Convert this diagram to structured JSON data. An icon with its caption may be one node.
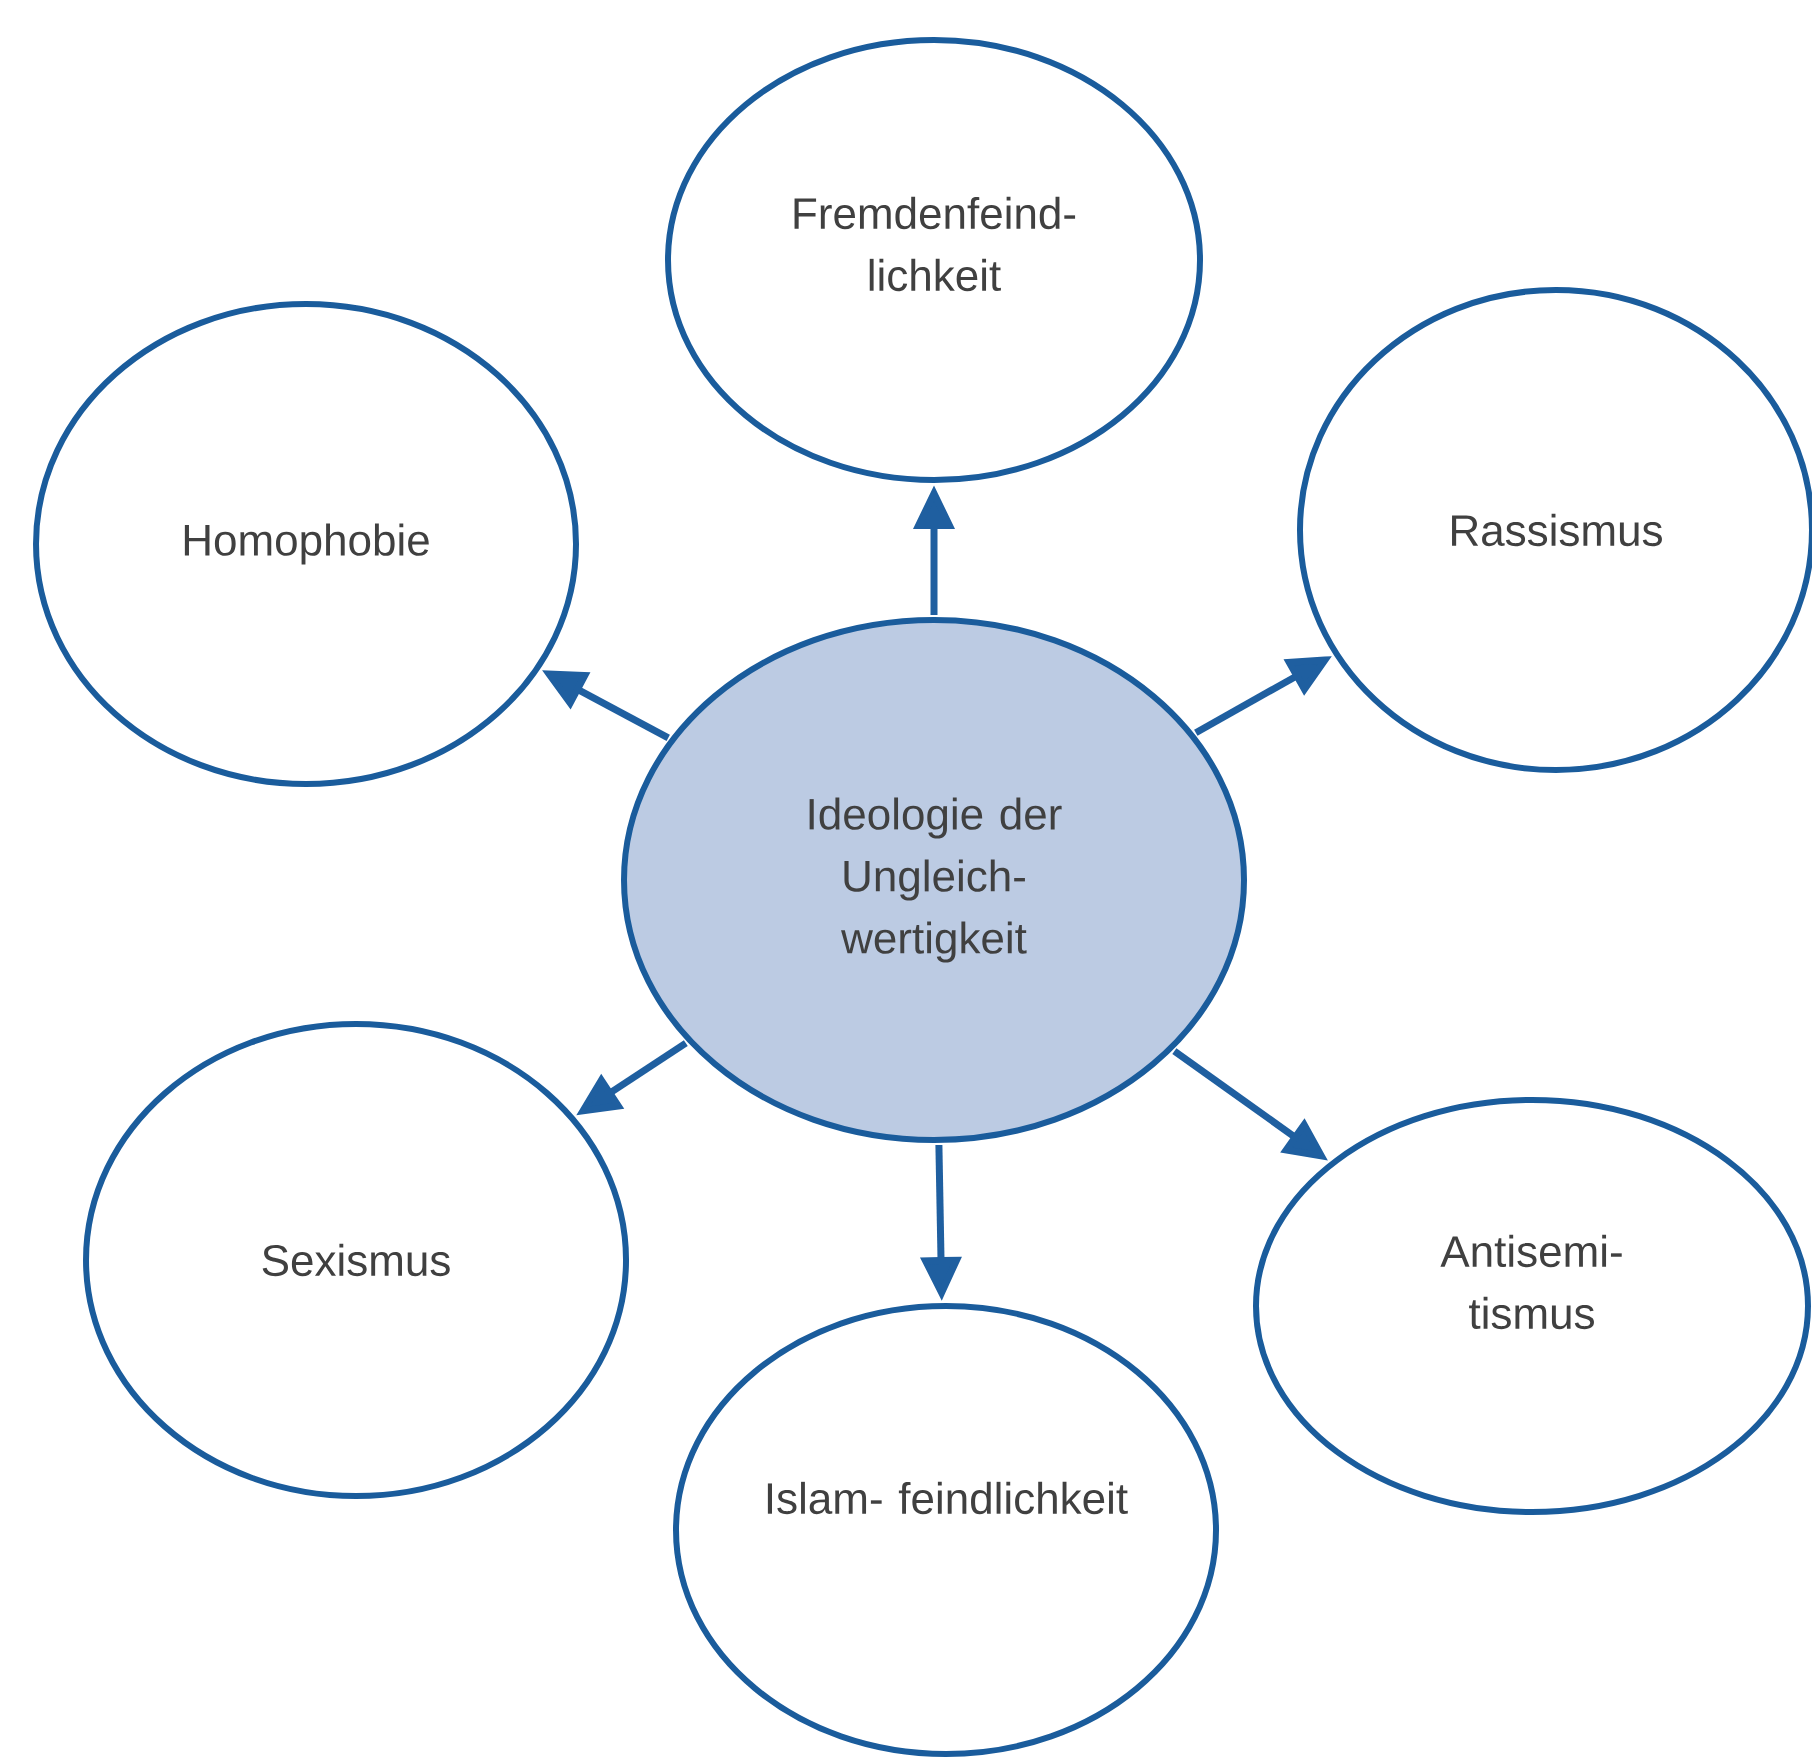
{
  "diagram": {
    "nodes": [
      {
        "text": [
          "Fremdenfeind- lichkeit"
        ]
      },
      {
        "text": [
          "Homophobie"
        ]
      },
      {
        "text": [
          "Rassismus"
        ]
      },
      {
        "text": [
          "Ideologie der Ungleich- wertigkeit"
        ]
      },
      {
        "text": [
          "Sexismus"
        ]
      },
      {
        "text": [
          "Antisemi- tismus"
        ]
      },
      {
        "text": [
          "Islam- feindlichkeit"
        ]
      }
    ],
    "edges": [
      {
        "from": 3,
        "to": 0,
        "arrow": "to"
      },
      {
        "from": 3,
        "to": 1,
        "arrow": "to"
      },
      {
        "from": 3,
        "to": 2,
        "arrow": "to"
      },
      {
        "from": 3,
        "to": 4,
        "arrow": "to"
      },
      {
        "from": 3,
        "to": 5,
        "arrow": "to"
      },
      {
        "from": 3,
        "to": 6,
        "arrow": "to"
      }
    ]
  }
}
